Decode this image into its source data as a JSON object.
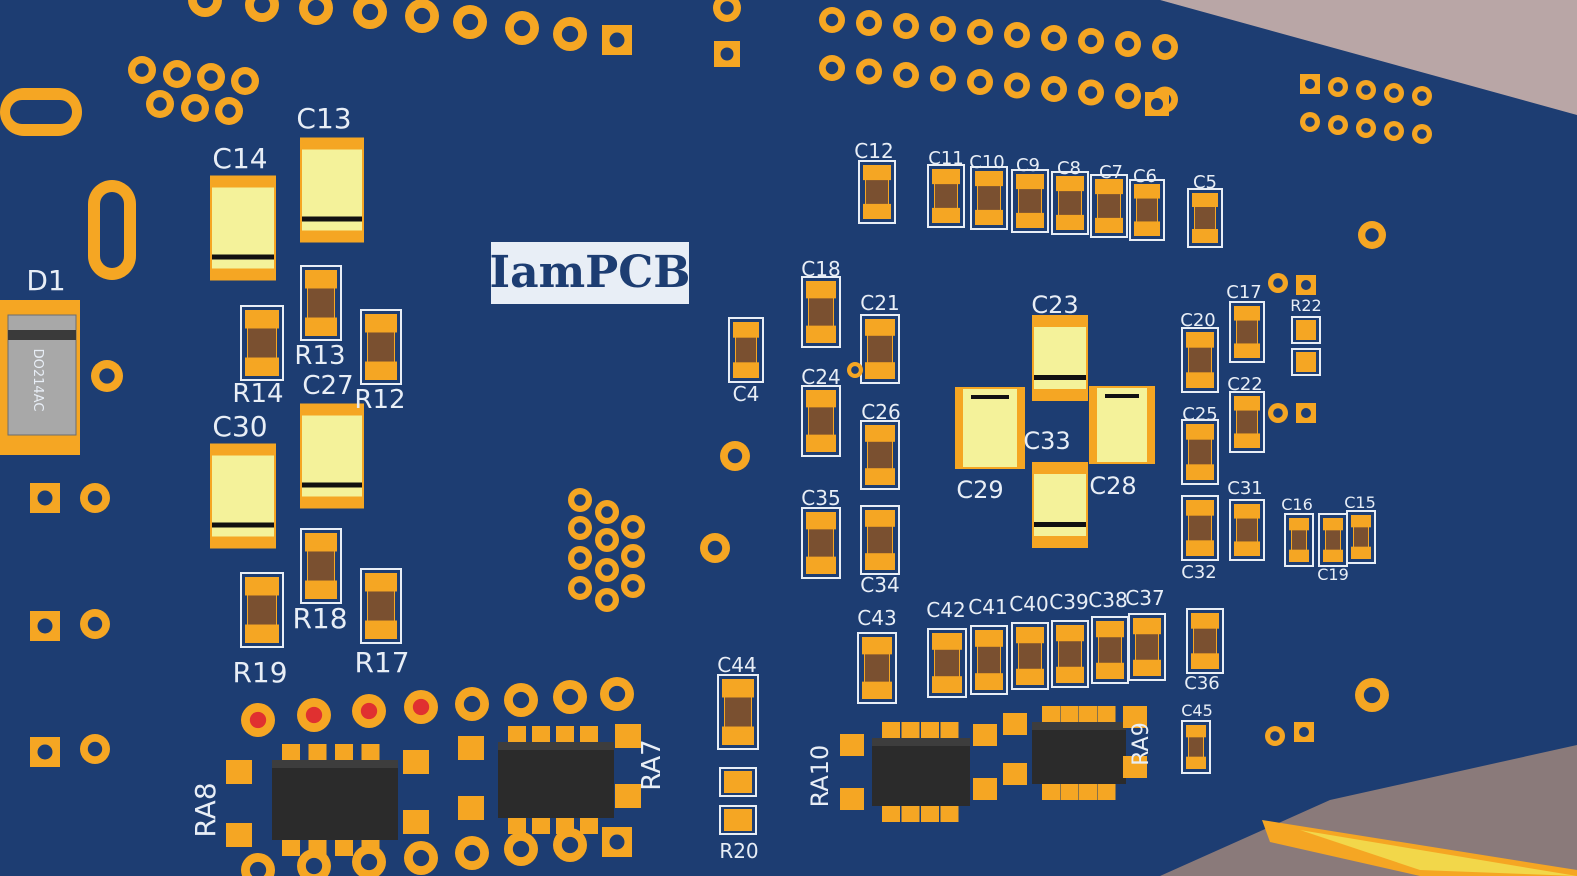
{
  "board": {
    "logo_text": "IamPCB",
    "package_text": "DO214AC",
    "colors": {
      "board": "#1d3d72",
      "pad": "#f5a623",
      "silk": "#e8eef6",
      "background": "#8a7a7a",
      "chip": "#2b2b2b",
      "cap_body": "#f4f29a"
    }
  },
  "labels": {
    "D1": "D1",
    "C13": "C13",
    "C14": "C14",
    "C27": "C27",
    "C30": "C30",
    "R12": "R12",
    "R13": "R13",
    "R14": "R14",
    "R17": "R17",
    "R18": "R18",
    "R19": "R19",
    "RA7": "RA7",
    "RA8": "RA8",
    "RA9": "RA9",
    "RA10": "RA10",
    "C4": "C4",
    "C5": "C5",
    "C6": "C6",
    "C7": "C7",
    "C8": "C8",
    "C9": "C9",
    "C10": "C10",
    "C11": "C11",
    "C12": "C12",
    "C15": "C15",
    "C16": "C16",
    "C17": "C17",
    "C18": "C18",
    "C19": "C19",
    "C20": "C20",
    "C21": "C21",
    "C22": "C22",
    "C23": "C23",
    "C24": "C24",
    "C25": "C25",
    "C26": "C26",
    "C28": "C28",
    "C29": "C29",
    "C31": "C31",
    "C32": "C32",
    "C33": "C33",
    "C34": "C34",
    "C35": "C35",
    "C36": "C36",
    "C37": "C37",
    "C38": "C38",
    "C39": "C39",
    "C40": "C40",
    "C41": "C41",
    "C42": "C42",
    "C43": "C43",
    "C44": "C44",
    "C45": "C45",
    "R20": "R20",
    "R22": "R22"
  }
}
